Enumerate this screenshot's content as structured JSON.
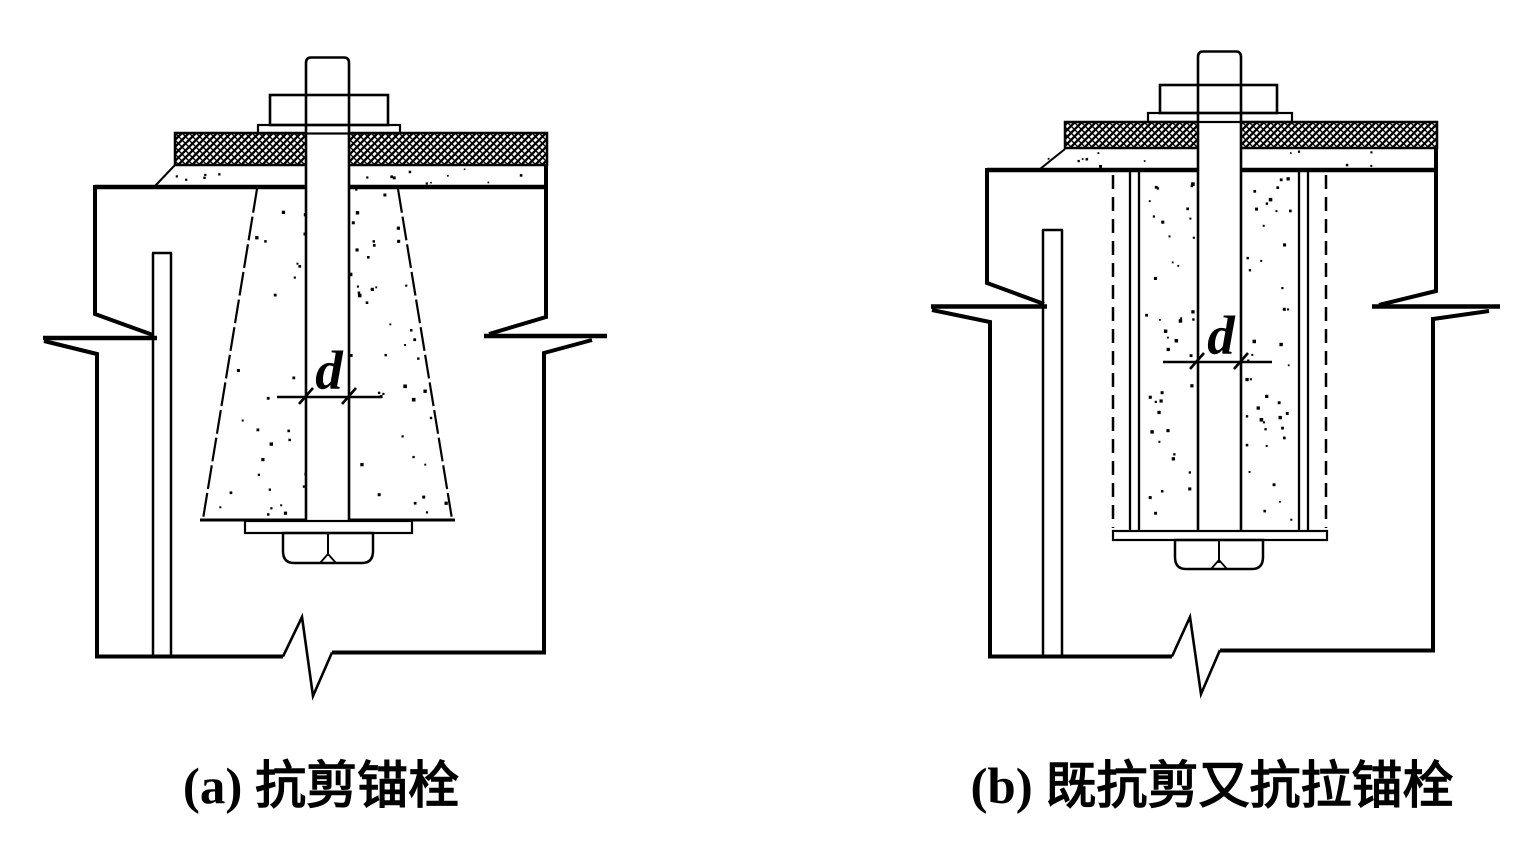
{
  "page": {
    "background_color": "#ffffff",
    "ink_color": "#000000",
    "description_texts": {
      "figure_a_caption": "(a) 抗剪锚栓",
      "figure_b_caption": "(b) 既抗剪又抗拉锚栓",
      "dimension_label": "d"
    }
  },
  "figures": [
    {
      "id": "a",
      "caption": "(a) 抗剪锚栓",
      "dim_label": "d"
    },
    {
      "id": "b",
      "caption": "(b) 既抗剪又抗拉锚栓",
      "dim_label": "d"
    }
  ]
}
